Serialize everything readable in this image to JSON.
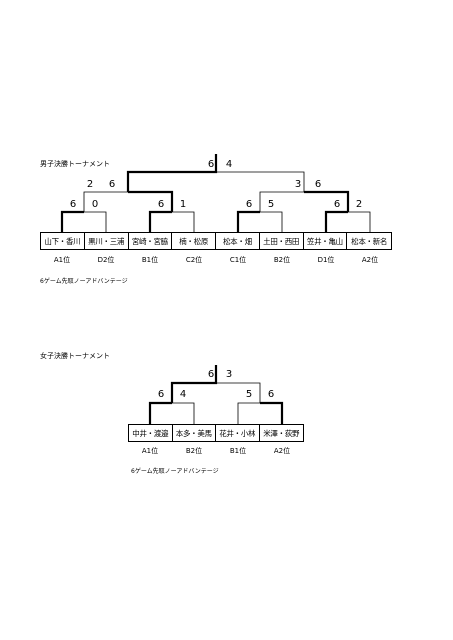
{
  "men": {
    "title": "男子決勝トーナメント",
    "note": "6ゲーム先取ノーアドバンテージ",
    "teams": [
      "山下・香川",
      "黒川・三浦",
      "宮崎・宮脇",
      "楠・松原",
      "松本・畑",
      "土田・西田",
      "笠井・亀山",
      "松本・新名"
    ],
    "seeds": [
      "A1位",
      "D2位",
      "B1位",
      "C2位",
      "C1位",
      "B2位",
      "D1位",
      "A2位"
    ],
    "scores": {
      "r1": [
        [
          "6",
          "0"
        ],
        [
          "6",
          "1"
        ],
        [
          "6",
          "5"
        ],
        [
          "6",
          "2"
        ]
      ],
      "semi": [
        [
          "2",
          "6"
        ],
        [
          "3",
          "6"
        ]
      ],
      "final": [
        "6",
        "4"
      ]
    }
  },
  "women": {
    "title": "女子決勝トーナメント",
    "note": "6ゲーム先取ノーアドバンテージ",
    "teams": [
      "中井・渡邉",
      "本多・美馬",
      "花井・小林",
      "米澤・荻野"
    ],
    "seeds": [
      "A1位",
      "B2位",
      "B1位",
      "A2位"
    ],
    "scores": {
      "semi": [
        [
          "6",
          "4"
        ],
        [
          "5",
          "6"
        ]
      ],
      "final": [
        "6",
        "3"
      ]
    }
  }
}
